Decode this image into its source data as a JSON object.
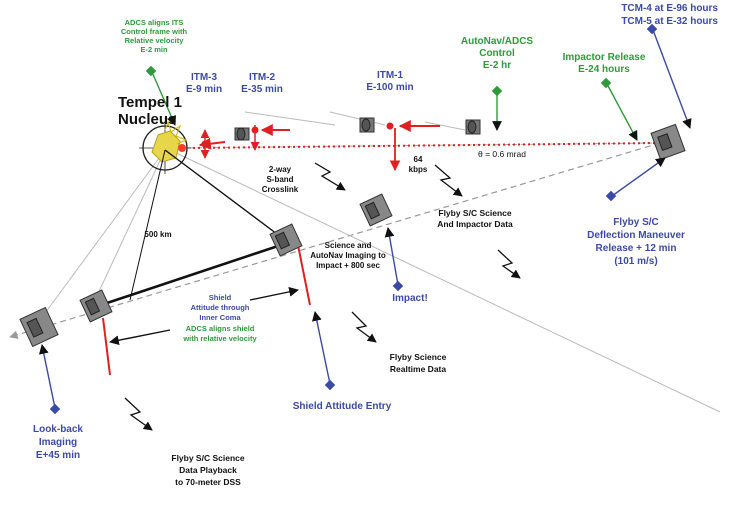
{
  "title": {
    "line1": "Tempel 1",
    "line2": "Nucleus"
  },
  "labels": {
    "tcm": [
      "TCM-4 at E-96 hours",
      "TCM-5 at E-32 hours"
    ],
    "adcs_top": [
      "ADCS aligns ITS",
      "Control frame with",
      "Relative velocity",
      "E-2 min"
    ],
    "itm3": [
      "ITM-3",
      "E-9 min"
    ],
    "itm2": [
      "ITM-2",
      "E-35 min"
    ],
    "itm1": [
      "ITM-1",
      "E-100 min"
    ],
    "autonav": [
      "AutoNav/ADCS",
      "Control",
      "E-2 hr"
    ],
    "impactor_release": [
      "Impactor  Release",
      "E-24 hours"
    ],
    "theta": "θ = 0.6 mrad",
    "kbps": [
      "64",
      "kbps"
    ],
    "crosslink": [
      "2-way",
      "S-band",
      "Crosslink"
    ],
    "flyby_sci_impactor": [
      "Flyby S/C Science",
      "And Impactor Data"
    ],
    "deflection": [
      "Flyby S/C",
      "Deflection Maneuver",
      "Release + 12 min",
      "(101 m/s)"
    ],
    "distance": "500 km",
    "science_autonav": [
      "Science and",
      "AutoNav Imaging to",
      "Impact + 800 sec"
    ],
    "impact": "Impact!",
    "shield_att": [
      "Shield",
      "Attitude through",
      "Inner Coma"
    ],
    "adcs_shield": [
      "ADCS aligns shield",
      "with relative velocity"
    ],
    "flyby_realtime": [
      "Flyby Science",
      "Realtime  Data"
    ],
    "shield_entry": "Shield Attitude Entry",
    "lookback": [
      "Look-back",
      "Imaging",
      "E+45 min"
    ],
    "playback": [
      "Flyby S/C Science",
      "Data Playback",
      "to 70-meter DSS"
    ]
  },
  "colors": {
    "blue": "#3b4aa6",
    "green": "#2f9a3a",
    "red": "#e02020",
    "black": "#111111"
  }
}
